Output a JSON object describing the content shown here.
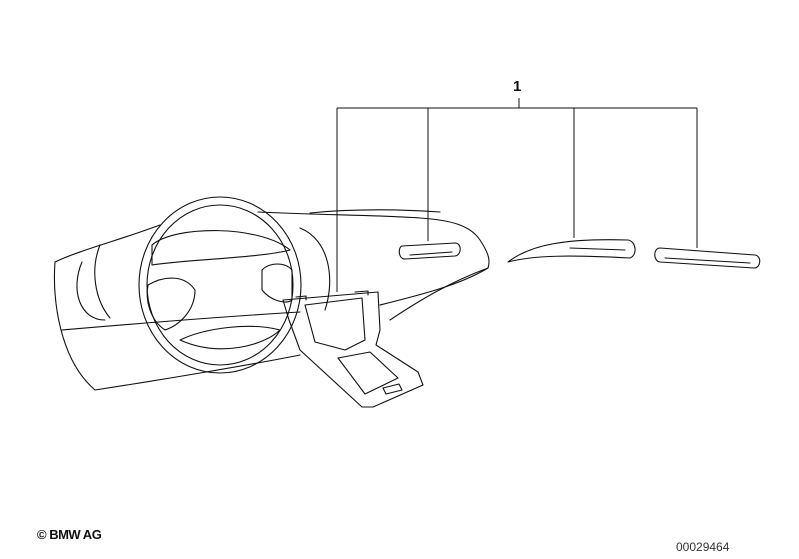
{
  "diagram": {
    "callouts": [
      "1"
    ],
    "copyright": "© BMW AG",
    "diagram_id": "00029464"
  }
}
